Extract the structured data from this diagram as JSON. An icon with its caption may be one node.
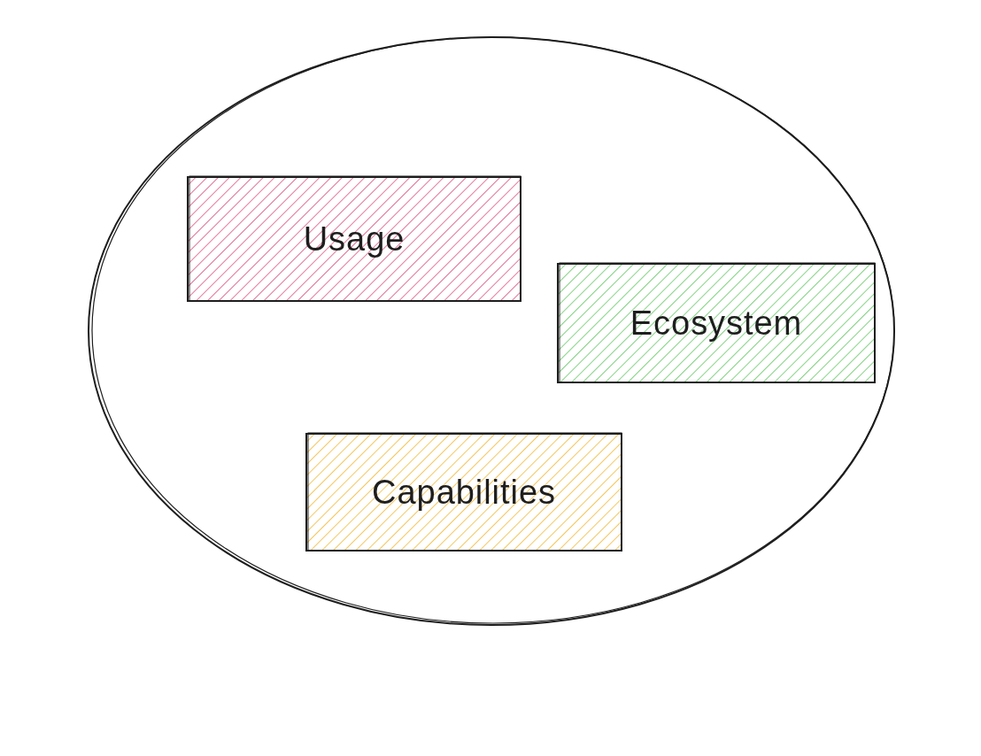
{
  "diagram": {
    "nodes": [
      {
        "text": [],
        "shape": "ellipse"
      },
      {
        "text": [
          "Usage"
        ],
        "in": 0
      },
      {
        "text": [
          "Ecosystem"
        ],
        "in": 0
      },
      {
        "text": [
          "Capabilities"
        ],
        "in": 0
      }
    ]
  }
}
